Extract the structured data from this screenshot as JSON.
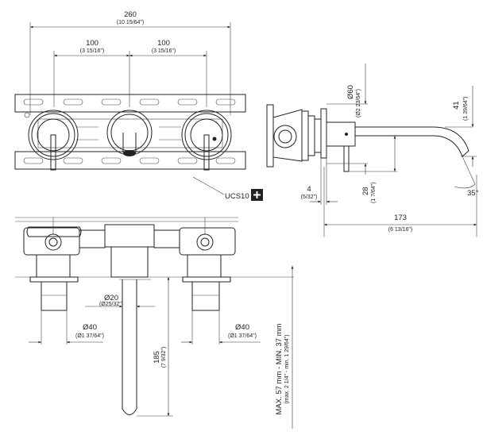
{
  "drawing": {
    "top_view": {
      "overall_mm": "260",
      "overall_in": "(10 15/64\")",
      "left_spacing_mm": "100",
      "left_spacing_in": "(3 15/16\")",
      "right_spacing_mm": "100",
      "right_spacing_in": "(3 15/16\")",
      "callout_label": "UCS10",
      "callout_icon": "plus-icon"
    },
    "side_view": {
      "flange_dia_mm": "Ø60",
      "flange_dia_in": "(Ø2 23/64\")",
      "outlet_height_mm": "41",
      "outlet_height_in": "(1 39/64\")",
      "lever_drop_mm": "28",
      "lever_drop_in": "(1 7/64\")",
      "flange_depth_mm": "4",
      "flange_depth_in": "(5/32\")",
      "angle": "35°",
      "projection_mm": "173",
      "projection_in": "(6 13/16\")"
    },
    "front_view": {
      "spout_dia_mm": "Ø20",
      "spout_dia_in": "(Ø25/32\")",
      "left_body_dia_mm": "Ø40",
      "left_body_dia_in": "(Ø1 37/64\")",
      "right_body_dia_mm": "Ø40",
      "right_body_dia_in": "(Ø1 37/64\")",
      "spout_length_mm": "185",
      "spout_length_in": "(7 9/32\")",
      "wall_depth_mm": "MAX. 57 mm - MIN. 37 mm",
      "wall_depth_in": "(max. 2 1/4\" - min. 1 29/64\")"
    }
  }
}
